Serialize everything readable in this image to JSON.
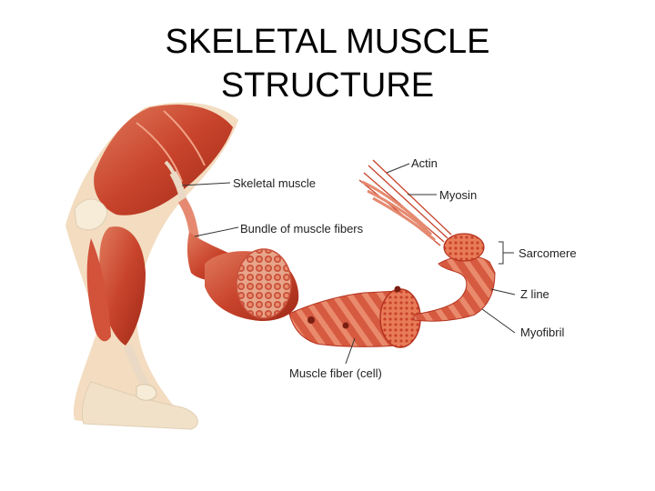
{
  "title": {
    "line1": "SKELETAL MUSCLE",
    "line2": "STRUCTURE"
  },
  "labels": {
    "actin": "Actin",
    "skeletal_muscle": "Skeletal muscle",
    "myosin": "Myosin",
    "bundle": "Bundle of muscle fibers",
    "sarcomere": "Sarcomere",
    "z_line": "Z line",
    "myofibril": "Myofibril",
    "muscle_fiber": "Muscle fiber (cell)"
  },
  "colors": {
    "muscle_dark": "#b5321f",
    "muscle_mid": "#d2523a",
    "muscle_light": "#e98a6c",
    "skin": "#f3dcc0",
    "bone": "#f6ecd8",
    "tendon": "#ead9c4"
  }
}
